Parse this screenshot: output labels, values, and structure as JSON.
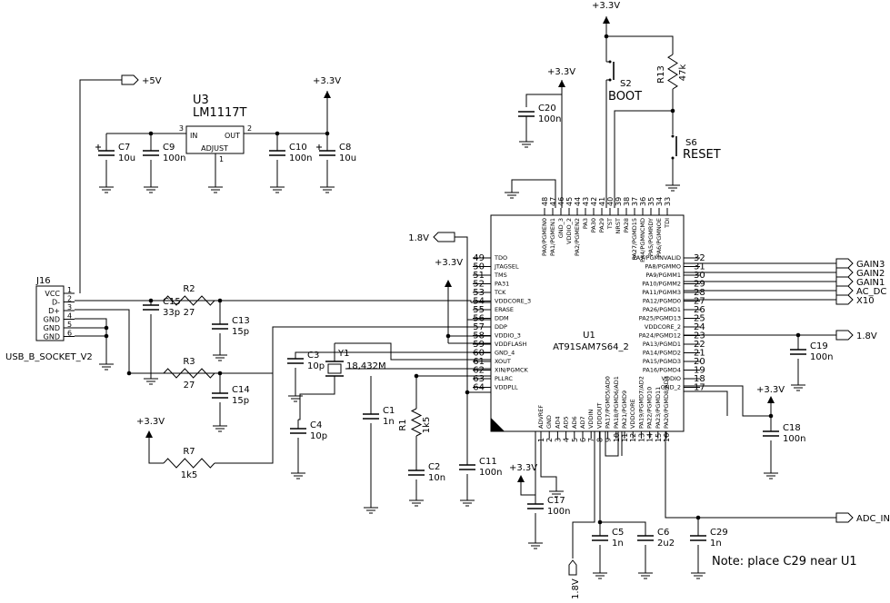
{
  "rails": {
    "p5v": "+5V",
    "p33v": "+3.3V",
    "p18v": "1.8V"
  },
  "regulator": {
    "ref": "U3",
    "part": "LM1117T",
    "in_label": "IN",
    "out_label": "OUT",
    "adj_label": "ADJUST",
    "pin_in": "3",
    "pin_out": "2",
    "pin_adj": "1"
  },
  "usb": {
    "ref": "J16",
    "part": "USB_B_SOCKET_V2",
    "pins": [
      {
        "name": "VCC",
        "num": "1"
      },
      {
        "name": "D-",
        "num": "2"
      },
      {
        "name": "D+",
        "num": "3"
      },
      {
        "name": "GND",
        "num": "4"
      },
      {
        "name": "GND",
        "num": "5"
      },
      {
        "name": "GND",
        "num": "6"
      }
    ]
  },
  "mcu": {
    "ref": "U1",
    "part": "AT91SAM7S64_2",
    "left_pins": [
      {
        "num": "49",
        "name": "TDO"
      },
      {
        "num": "50",
        "name": "JTAGSEL"
      },
      {
        "num": "51",
        "name": "TMS"
      },
      {
        "num": "52",
        "name": "PA31"
      },
      {
        "num": "53",
        "name": "TCK"
      },
      {
        "num": "54",
        "name": "VDDCORE_3"
      },
      {
        "num": "55",
        "name": "ERASE"
      },
      {
        "num": "56",
        "name": "DDM"
      },
      {
        "num": "57",
        "name": "DDP"
      },
      {
        "num": "58",
        "name": "VDDIO_3"
      },
      {
        "num": "59",
        "name": "VDDFLASH"
      },
      {
        "num": "60",
        "name": "GND_4"
      },
      {
        "num": "61",
        "name": "XOUT"
      },
      {
        "num": "62",
        "name": "XIN/PGMCK"
      },
      {
        "num": "63",
        "name": "PLLRC"
      },
      {
        "num": "64",
        "name": "VDDPLL"
      }
    ],
    "right_pins": [
      {
        "num": "32",
        "name": "PA7/PGMNVALID"
      },
      {
        "num": "31",
        "name": "PA8/PGMMO"
      },
      {
        "num": "30",
        "name": "PA9/PGMM1"
      },
      {
        "num": "29",
        "name": "PA10/PGMM2"
      },
      {
        "num": "28",
        "name": "PA11/PGMM3"
      },
      {
        "num": "27",
        "name": "PA12/PGMD0"
      },
      {
        "num": "26",
        "name": "PA26/PGMD1"
      },
      {
        "num": "25",
        "name": "PA25/PGMD13"
      },
      {
        "num": "24",
        "name": "VDDCORE_2"
      },
      {
        "num": "23",
        "name": "PA24/PGMD12"
      },
      {
        "num": "22",
        "name": "PA13/PGMD1"
      },
      {
        "num": "21",
        "name": "PA14/PGMD2"
      },
      {
        "num": "20",
        "name": "PA15/PGMD3"
      },
      {
        "num": "19",
        "name": "PA16/PGMD4"
      },
      {
        "num": "18",
        "name": "VDDIO"
      },
      {
        "num": "17",
        "name": "GND_2"
      }
    ],
    "top_pins": [
      {
        "num": "48",
        "name": "PA0/PGMEN0"
      },
      {
        "num": "47",
        "name": "PA1/PGMEN1"
      },
      {
        "num": "46",
        "name": "GND_3"
      },
      {
        "num": "45",
        "name": "VDDIO_2"
      },
      {
        "num": "44",
        "name": "PA2/PGMEN2"
      },
      {
        "num": "43",
        "name": "PA3"
      },
      {
        "num": "42",
        "name": "PA30"
      },
      {
        "num": "41",
        "name": "PA29"
      },
      {
        "num": "40",
        "name": "TST"
      },
      {
        "num": "39",
        "name": "NRST"
      },
      {
        "num": "38",
        "name": "PA28"
      },
      {
        "num": "37",
        "name": "PA27/PGMD15"
      },
      {
        "num": "36",
        "name": "PA4/PGMNCMD"
      },
      {
        "num": "35",
        "name": "PA5/PGMRDY"
      },
      {
        "num": "34",
        "name": "PA6/PGMNOE"
      },
      {
        "num": "33",
        "name": "TDI"
      }
    ],
    "bottom_pins": [
      {
        "num": "1",
        "name": "ADVREF"
      },
      {
        "num": "2",
        "name": "GND"
      },
      {
        "num": "3",
        "name": "AD4"
      },
      {
        "num": "4",
        "name": "AD5"
      },
      {
        "num": "5",
        "name": "AD6"
      },
      {
        "num": "6",
        "name": "AD7"
      },
      {
        "num": "7",
        "name": "VDDIN"
      },
      {
        "num": "8",
        "name": "VDDOUT"
      },
      {
        "num": "9",
        "name": "PA17/PGMD5/AD0"
      },
      {
        "num": "10",
        "name": "PA18/PGMD6/AD1"
      },
      {
        "num": "11",
        "name": "PA21/PGMD9"
      },
      {
        "num": "12",
        "name": "VDDCORE"
      },
      {
        "num": "13",
        "name": "PA19/PGMD7/AD2"
      },
      {
        "num": "14",
        "name": "PA22/PGMD10"
      },
      {
        "num": "15",
        "name": "PA23/PGMD11"
      },
      {
        "num": "16",
        "name": "PA20/PGMD8/AD3"
      }
    ]
  },
  "caps": {
    "c7": {
      "ref": "C7",
      "val": "10u"
    },
    "c9": {
      "ref": "C9",
      "val": "100n"
    },
    "c10": {
      "ref": "C10",
      "val": "100n"
    },
    "c8": {
      "ref": "C8",
      "val": "10u"
    },
    "c20": {
      "ref": "C20",
      "val": "100n"
    },
    "c15": {
      "ref": "C15",
      "val": "33p"
    },
    "c13": {
      "ref": "C13",
      "val": "15p"
    },
    "c14": {
      "ref": "C14",
      "val": "15p"
    },
    "c3": {
      "ref": "C3",
      "val": "10p"
    },
    "c4": {
      "ref": "C4",
      "val": "10p"
    },
    "c1": {
      "ref": "C1",
      "val": "1n"
    },
    "c2": {
      "ref": "C2",
      "val": "10n"
    },
    "c11": {
      "ref": "C11",
      "val": "100n"
    },
    "c17": {
      "ref": "C17",
      "val": "100n"
    },
    "c5": {
      "ref": "C5",
      "val": "1n"
    },
    "c6": {
      "ref": "C6",
      "val": "2u2"
    },
    "c19": {
      "ref": "C19",
      "val": "100n"
    },
    "c18": {
      "ref": "C18",
      "val": "100n"
    },
    "c29": {
      "ref": "C29",
      "val": "1n"
    }
  },
  "resistors": {
    "r2": {
      "ref": "R2",
      "val": "27"
    },
    "r3": {
      "ref": "R3",
      "val": "27"
    },
    "r7": {
      "ref": "R7",
      "val": "1k5"
    },
    "r1": {
      "ref": "R1",
      "val": "1k5"
    },
    "r13": {
      "ref": "R13",
      "val": "47k"
    }
  },
  "crystal": {
    "ref": "Y1",
    "val": "18,432M"
  },
  "switches": {
    "s2": {
      "ref": "S2",
      "label": "BOOT"
    },
    "s6": {
      "ref": "S6",
      "label": "RESET"
    }
  },
  "nets": {
    "gain3": "GAIN3",
    "gain2": "GAIN2",
    "gain1": "GAIN1",
    "ac_dc": "AC_DC",
    "x10": "X10",
    "adc_in": "ADC_IN"
  },
  "note": "Note: place C29 near U1"
}
